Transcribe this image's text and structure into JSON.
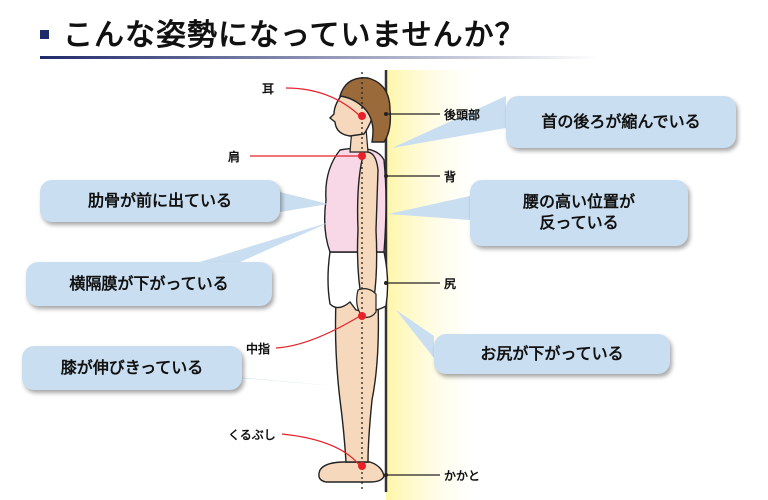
{
  "title": "こんな姿勢になっていませんか？",
  "colors": {
    "accent": "#1f2a6b",
    "callout_bg": "#c9def0",
    "marker": "#e8202a",
    "glow": "#fff6a8"
  },
  "body_labels": {
    "ear": "耳",
    "shoulder": "肩",
    "middle_finger": "中指",
    "ankle": "くるぶし",
    "back_of_head": "後頭部",
    "back": "背",
    "buttocks": "尻",
    "heel": "かかと"
  },
  "callouts": {
    "neck": "首の後ろが縮んでいる",
    "ribs": "肋骨が前に出ている",
    "lower_back": "腰の高い位置が\n反っている",
    "diaphragm": "横隔膜が下がっている",
    "hip": "お尻が下がっている",
    "knee": "膝が伸びきっている"
  }
}
